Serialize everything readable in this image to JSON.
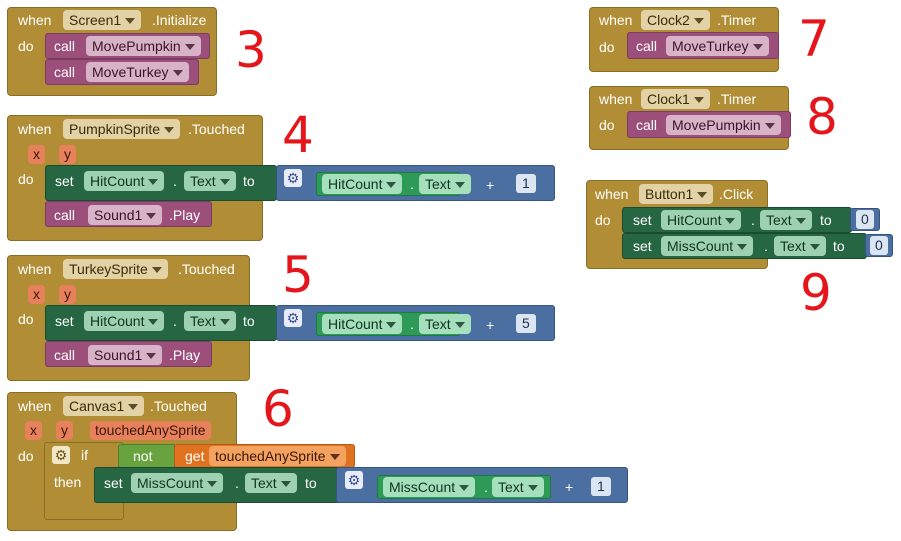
{
  "kw": {
    "when": "when",
    "do": "do",
    "call": "call",
    "set": "set",
    "to": "to",
    "if": "if",
    "then": "then",
    "not": "not",
    "get": "get",
    "dot": ".",
    "plus": "+"
  },
  "screen_init": {
    "component": "Screen1",
    "event": ".Initialize",
    "call1": "MovePumpkin",
    "call2": "MoveTurkey"
  },
  "pumpkin": {
    "component": "PumpkinSprite",
    "event": ".Touched",
    "p1": "x",
    "p2": "y",
    "set_comp": "HitCount",
    "prop": "Text",
    "get_comp": "HitCount",
    "get_prop": "Text",
    "num": "1",
    "sound": "Sound1",
    "method": ".Play"
  },
  "turkey": {
    "component": "TurkeySprite",
    "event": ".Touched",
    "p1": "x",
    "p2": "y",
    "set_comp": "HitCount",
    "prop": "Text",
    "get_comp": "HitCount",
    "get_prop": "Text",
    "num": "5",
    "sound": "Sound1",
    "method": ".Play"
  },
  "canvas": {
    "component": "Canvas1",
    "event": ".Touched",
    "p1": "x",
    "p2": "y",
    "p3": "touchedAnySprite",
    "var": "touchedAnySprite",
    "set_comp": "MissCount",
    "prop": "Text",
    "get_comp": "MissCount",
    "get_prop": "Text",
    "num": "1"
  },
  "clock2": {
    "component": "Clock2",
    "event": ".Timer",
    "call": "MoveTurkey"
  },
  "clock1": {
    "component": "Clock1",
    "event": ".Timer",
    "call": "MovePumpkin"
  },
  "button": {
    "component": "Button1",
    "event": ".Click",
    "comp1": "HitCount",
    "prop1": "Text",
    "num1": "0",
    "comp2": "MissCount",
    "prop2": "Text",
    "num2": "0"
  },
  "annotations": {
    "a3": "3",
    "a4": "4",
    "a5": "5",
    "a6": "6",
    "a7": "7",
    "a8": "8",
    "a9": "9"
  },
  "icons": {
    "gear": "gear-icon",
    "dropdown": "chevron-down-icon"
  }
}
